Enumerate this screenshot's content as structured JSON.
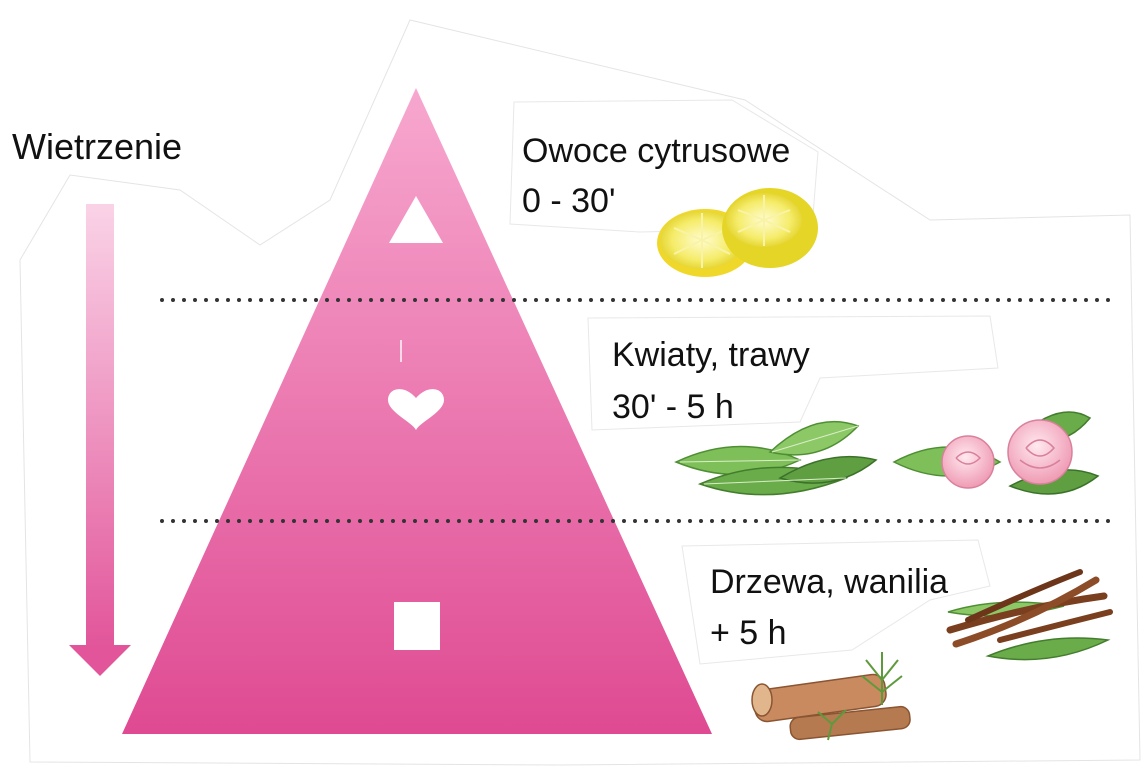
{
  "weathering_label": "Wietrzenie",
  "colors": {
    "pyramid_top": "#f7a8cf",
    "pyramid_bottom": "#df4a92",
    "arrow_top": "#fad3e7",
    "arrow_bottom": "#e2559a",
    "dots": "#333333",
    "symbol": "#ffffff"
  },
  "tiers": [
    {
      "name": "Owoce cytrusowe",
      "time": "0 - 30'",
      "symbol": "triangle-icon",
      "illustration": "lemon-halves"
    },
    {
      "name": "Kwiaty, trawy",
      "time": "30' - 5 h",
      "symbol": "heart-icon",
      "illustration": "green-leaves-and-pink-roses"
    },
    {
      "name": "Drzewa, wanilia",
      "time": "+ 5 h",
      "symbol": "square-icon",
      "illustration": "wood-logs-pine-and-vanilla-pods"
    }
  ]
}
